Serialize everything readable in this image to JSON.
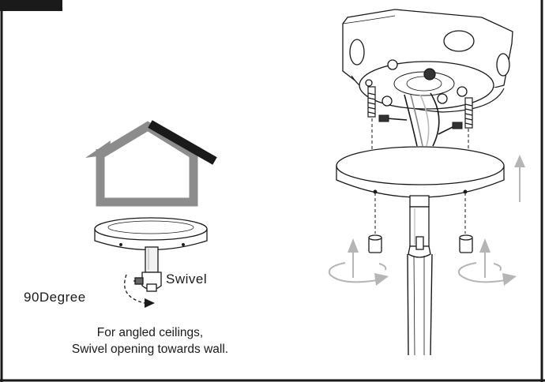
{
  "labels": {
    "swivel": "Swivel",
    "degree": "90Degree"
  },
  "caption": {
    "line1": "For angled ceilings,",
    "line2": "Swivel opening towards wall."
  },
  "icons": {
    "house": "house-outline-icon",
    "rotation": "rotate-arrow-icon",
    "lift": "up-arrow-icon"
  },
  "colors": {
    "ink": "#1a1a1a",
    "house_gray": "#8c8c8c",
    "arrow_gray": "#b5b5b5",
    "roof": "#1a1a1a"
  }
}
